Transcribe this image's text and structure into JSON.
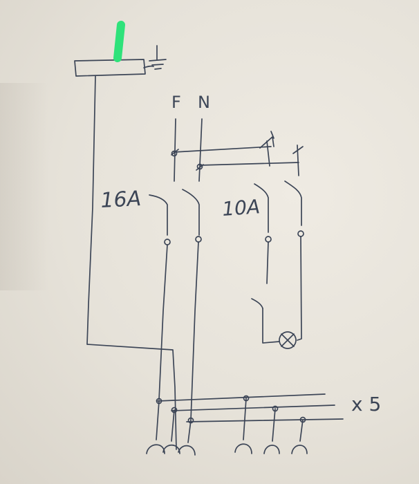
{
  "labels": {
    "phase": "F",
    "neutral": "N",
    "main_breaker": "16A",
    "light_breaker": "10A",
    "multiplier": "x 5"
  },
  "colors": {
    "ink": "#3c4556",
    "marker": "#2ee27a",
    "paper": "#e9e5dc"
  }
}
